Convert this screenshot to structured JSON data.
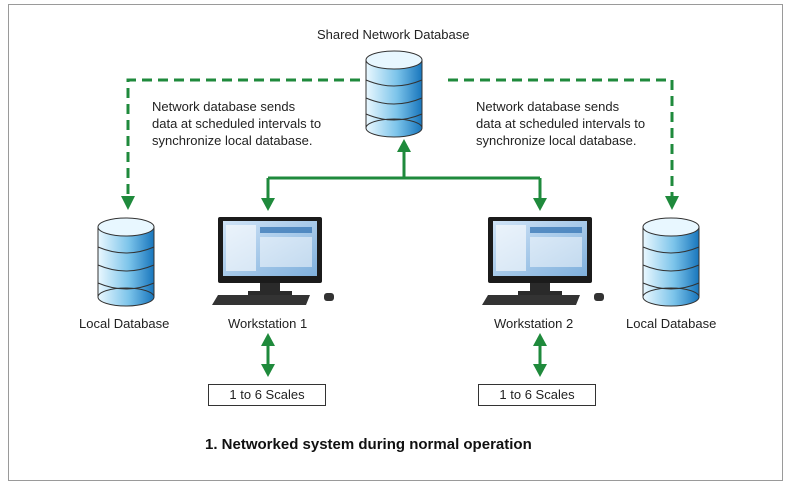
{
  "shared_db": {
    "label": "Shared Network Database",
    "icon": "database-icon"
  },
  "notes": {
    "left": "Network database sends data at scheduled intervals to synchronize local database.",
    "right": "Network database sends data at scheduled intervals to synchronize local database.",
    "line1": "Network database sends",
    "line2": "data at scheduled intervals to",
    "line3": "synchronize local database."
  },
  "nodes": {
    "local_db_left": "Local Database",
    "workstation_1": "Workstation 1",
    "workstation_2": "Workstation 2",
    "local_db_right": "Local Database"
  },
  "scales": {
    "left": "1 to 6 Scales",
    "right": "1 to 6 Scales"
  },
  "caption": "1. Networked system during normal operation",
  "colors": {
    "connector": "#1f8a3c",
    "db_light": "#dff3fb",
    "db_dark": "#1c7fc4"
  }
}
